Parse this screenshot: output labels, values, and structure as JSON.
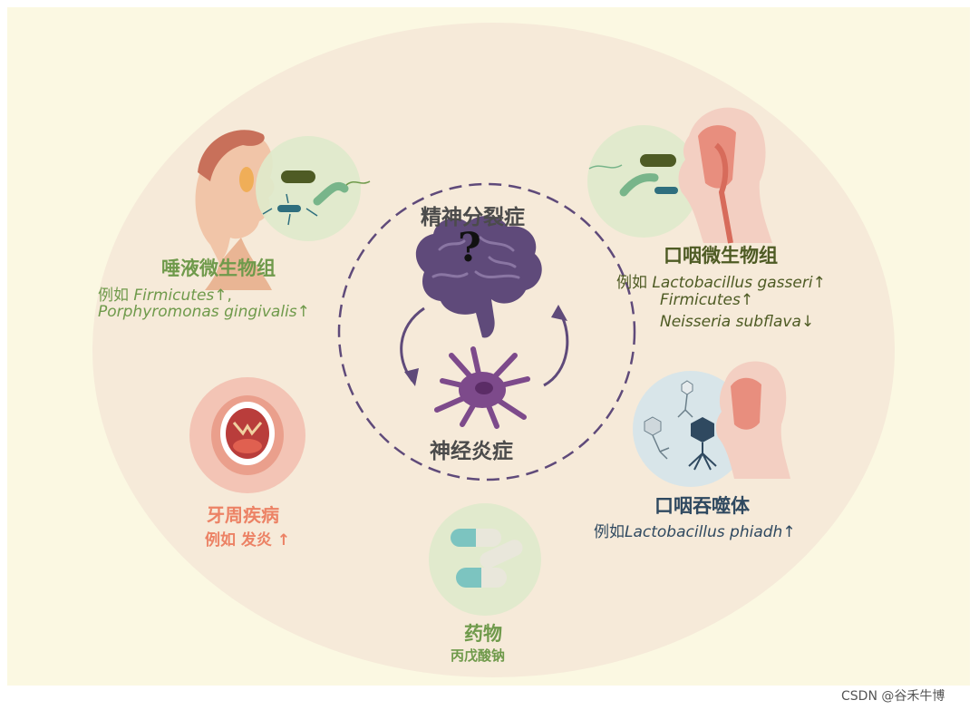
{
  "center": {
    "top_title": "精神分裂症",
    "bottom_title": "神经炎症",
    "question_mark": "?"
  },
  "saliva": {
    "title": "唾液微生物组",
    "example_prefix": "例如",
    "line1_italic": "Firmicutes",
    "line1_suffix": "↑,",
    "line2_italic": "Porphyromonas gingivalis",
    "line2_suffix": "↑"
  },
  "oropharynx_microbiome": {
    "title": "口咽微生物组",
    "example_prefix": "例如",
    "line1_italic": "Lactobacillus gasseri",
    "line1_suffix": "↑",
    "line2_italic": "Firmicutes",
    "line2_suffix": "↑",
    "line3_italic": "Neisseria subflava",
    "line3_suffix": "↓"
  },
  "periodontal": {
    "title": "牙周疾病",
    "example": "例如 发炎 ↑"
  },
  "phage": {
    "title": "口咽吞噬体",
    "example_prefix": "例如",
    "line1_italic": "Lactobacillus phiadh",
    "line1_suffix": "↑"
  },
  "drug": {
    "title": "药物",
    "name": "丙戊酸钠"
  },
  "watermark": "CSDN @谷禾牛博",
  "colors": {
    "background": "#fbf8e2",
    "ellipse": "#f6ead9",
    "brain": "#5f4a7a",
    "cell": "#7d4a8b",
    "dash": "#5f4a7a",
    "green": "#6f9a4b",
    "olive": "#4e5b24",
    "navy": "#2f4960",
    "salmon": "#ec8265"
  },
  "icons": [
    "brain-icon",
    "microglia-cell-icon",
    "male-head-icon",
    "head-profile-icon",
    "bacteria-icon",
    "open-mouth-icon",
    "bacteriophage-icon",
    "capsule-icon"
  ]
}
